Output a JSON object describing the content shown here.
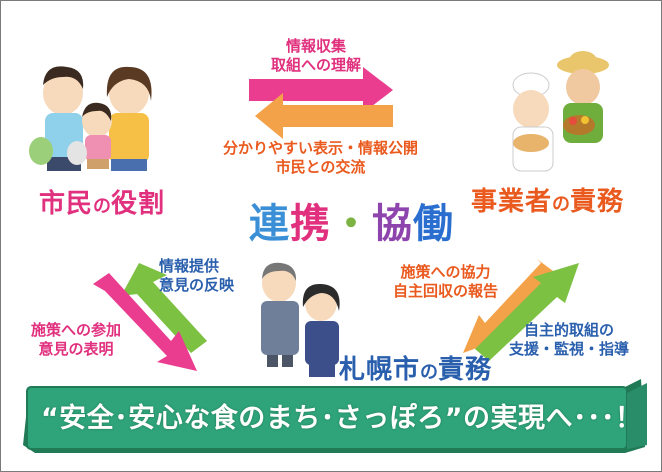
{
  "diagram": {
    "center_title_chars": [
      "連",
      "携",
      "・",
      "協",
      "働"
    ],
    "center_title_colors": [
      "#3a8fd6",
      "#e0307e",
      "#7cb342",
      "#8e44ad",
      "#2a6fcf"
    ],
    "citizen_role": {
      "main": "市民",
      "no": "の",
      "tail": "役割"
    },
    "business_duty": {
      "main": "事業者",
      "no": "の",
      "tail": "責務"
    },
    "city_duty": {
      "main": "札幌市",
      "no": "の",
      "tail": "責務"
    },
    "top_right_arrow": {
      "line1": "情報収集",
      "line2": "取組への理解",
      "color": "#ea3d8f"
    },
    "top_left_arrow": {
      "line1": "分かりやすい表示・情報公開",
      "line2": "市民との交流",
      "color": "#f4a24a"
    },
    "left_up_arrow": {
      "line1": "情報提供",
      "line2": "意見の反映",
      "color": "#7cc142"
    },
    "left_down_arrow": {
      "line1": "施策への参加",
      "line2": "意見の表明",
      "color": "#ea3d8f"
    },
    "right_down_arrow": {
      "line1": "施策への協力",
      "line2": "自主回収の報告",
      "color": "#f4a24a"
    },
    "right_up_arrow": {
      "line1": "自主的取組の",
      "line2": "支援・監視・指導",
      "color": "#7cc142"
    },
    "banner": {
      "text": "“安全･安心な食のまち･さっぽろ”の実現へ･･･！",
      "color": "#2fa37a"
    }
  }
}
